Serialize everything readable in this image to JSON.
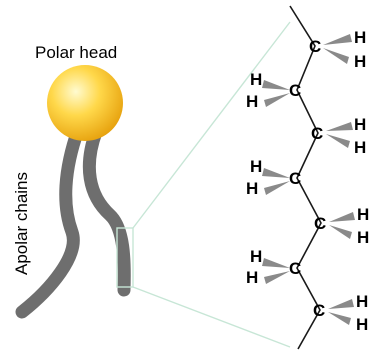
{
  "labels": {
    "polar_head": "Polar head",
    "apolar_chains": "Apolar chains"
  },
  "atoms": {
    "carbon": "C",
    "hydrogen": "H"
  },
  "colors": {
    "head_light": "#fff6b0",
    "head_dark": "#e8a50c",
    "chain": "#6f6f6f",
    "zoom_lines": "#bfe3d2",
    "bond": "#1a1a1a",
    "wedge": "#8a8a8a"
  }
}
